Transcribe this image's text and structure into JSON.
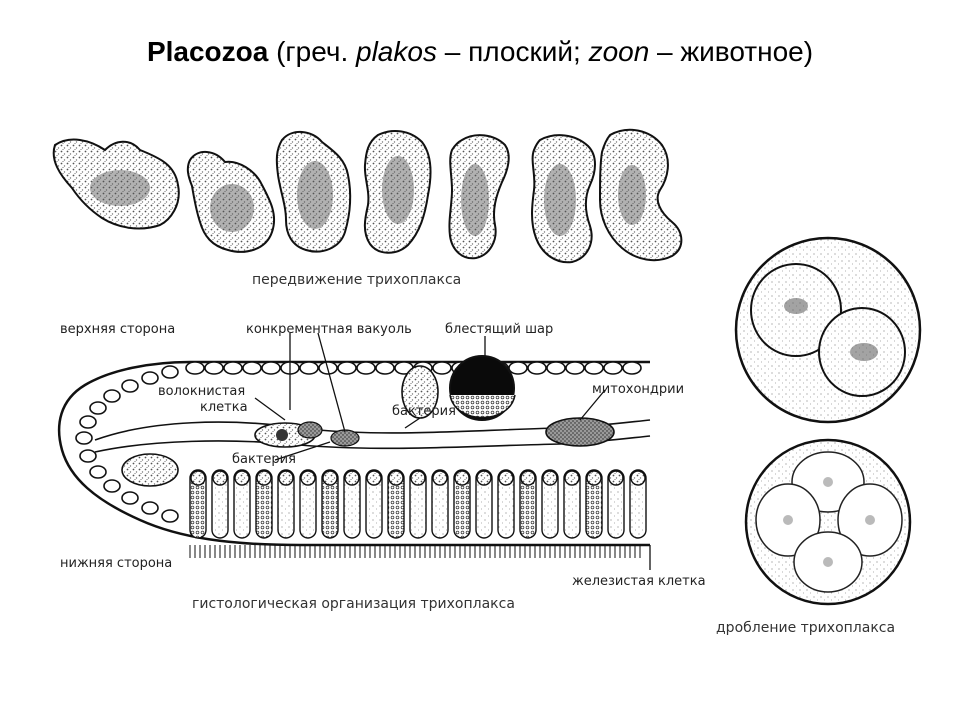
{
  "title": {
    "name": "Placozoa",
    "open": " (греч. ",
    "term1": "plakos",
    "mid1": " – плоский; ",
    "term2": "zoon",
    "mid2": " – животное)"
  },
  "captions": {
    "movement": "передвижение трихоплакса",
    "histology": "гистологическая организация трихоплакса",
    "cleavage": "дробление трихоплакса"
  },
  "labels": {
    "upper_side": "верхняя сторона",
    "concrement_vacuole": "конкрементная вакуоль",
    "shiny_ball": "блестящий шар",
    "fibrous_cell_line1": "волокнистая",
    "fibrous_cell_line2": "клетка",
    "bacterium_upper": "бактерия",
    "mitochondria": "митохондрии",
    "bacterium_lower": "бактерия",
    "lower_side": "нижняя сторона",
    "gland_cell": "железистая клетка"
  },
  "colors": {
    "ink": "#111111",
    "stipple": "#555555",
    "background": "#ffffff"
  }
}
